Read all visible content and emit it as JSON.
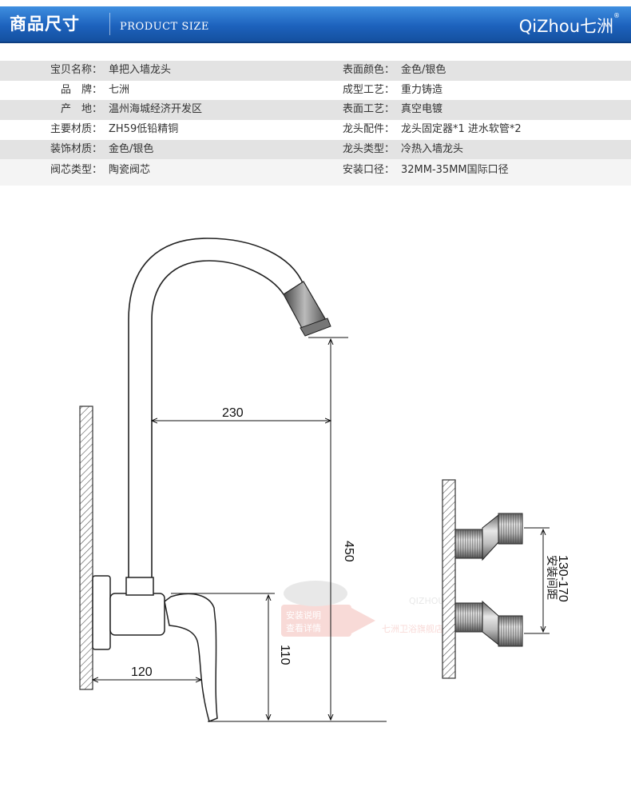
{
  "header": {
    "title": "商品尺寸",
    "subtitle": "PRODUCT SIZE",
    "logo": "QiZhou七洲",
    "registered": "®"
  },
  "specs": [
    {
      "label1": "宝贝名称",
      "value1": "单把入墙龙头",
      "label2": "表面颜色",
      "value2": "金色/银色"
    },
    {
      "label1": "品　牌",
      "value1": "七洲",
      "label2": "成型工艺",
      "value2": "重力铸造"
    },
    {
      "label1": "产　地",
      "value1": "温州海城经济开发区",
      "label2": "表面工艺",
      "value2": "真空电镀"
    },
    {
      "label1": "主要材质",
      "value1": "ZH59低铅精铜",
      "label2": "龙头配件",
      "value2": "龙头固定器*1 进水软管*2"
    },
    {
      "label1": "装饰材质",
      "value1": "金色/银色",
      "label2": "龙头类型",
      "value2": "冷热入墙龙头"
    },
    {
      "label1": "阀芯类型",
      "value1": "陶瓷阀芯",
      "label2": "安装口径",
      "value2": "32MM-35MM国际口径"
    }
  ],
  "diagram": {
    "dim_spout_reach": "230",
    "dim_height": "450",
    "dim_handle_reach": "120",
    "dim_handle_height": "110",
    "dim_inlet_spacing": "130-170",
    "note_inlet_spacing": "安装间距"
  },
  "watermark": {
    "line1": "安装说明",
    "line2": "查看详情",
    "brand_en": "QIZHOU",
    "brand_cn": "七洲卫浴旗舰店"
  },
  "colors": {
    "header_blue": "#1d62bd",
    "row_alt_gray": "#e3e3e3",
    "watermark_red": "#e35a4f"
  }
}
